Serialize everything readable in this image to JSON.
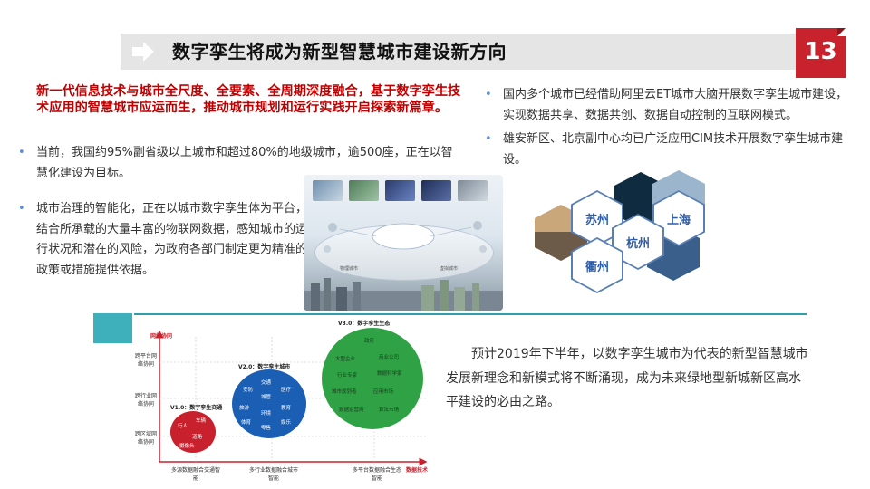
{
  "header": {
    "title": "数字孪生将成为新型智慧城市建设新方向",
    "page_number": "13"
  },
  "intro": "新一代信息技术与城市全尺度、全要素、全周期深度融合，基于数字孪生技术应用的智慧城市应运而生，推动城市规划和运行实践开启探索新篇章。",
  "left_bullets": [
    "当前，我国约95%副省级以上城市和超过80%的地级城市，逾500座，正在以智慧化建设为目标。",
    "城市治理的智能化，正在以城市数字孪生体为平台，结合所承载的大量丰富的物联网数据，感知城市的运行状况和潜在的风险，为政府各部门制定更为精准的政策或措施提供依据。"
  ],
  "right_bullets": [
    "国内多个城市已经借助阿里云ET城市大脑开展数字孪生城市建设，实现数据共享、数据共创、数据自动控制的互联网模式。",
    "雄安新区、北京副中心均已广泛应用CIM技术开展数字孪生城市建设。"
  ],
  "twin_image": {
    "labels": [
      "物理城市",
      "虚拟城市"
    ]
  },
  "cities": [
    "苏州",
    "上海",
    "杭州",
    "衢州"
  ],
  "evolution_chart": {
    "y_axis_title": "网络协同",
    "x_axis_title": "数据技术",
    "y_levels": [
      "跨平台网络协同",
      "跨行业网络协同",
      "跨区域网络协同"
    ],
    "x_levels": [
      "多源数据融合交通智能",
      "多行业数据融合城市智能",
      "多平台数据融合生态智能"
    ],
    "stages": [
      {
        "name": "V1.0：数字孪生交通",
        "items": [
          "车辆",
          "行人",
          "道路",
          "摄像头"
        ]
      },
      {
        "name": "V2.0：数字孪生城市",
        "items": [
          "交通",
          "安防",
          "城管",
          "医疗",
          "旅游",
          "环境",
          "教育",
          "体育",
          "零售",
          "娱乐"
        ]
      },
      {
        "name": "V3.0：数字孪生生态",
        "items": [
          "政府",
          "大型企业",
          "商业公司",
          "行业专家",
          "数据科学家",
          "城市规划者",
          "应用市场",
          "数据运营商",
          "算法市场"
        ]
      }
    ],
    "colors": {
      "v1": "#c8202c",
      "v2": "#1a5fb4",
      "v3": "#2fa246"
    }
  },
  "conclusion": "预计2019年下半年，以数字孪生城市为代表的新型智慧城市发展新理念和新模式将不断涌现，成为未来绿地型新城新区高水平建设的必由之路。",
  "colors": {
    "accent_red": "#c8232c",
    "teal": "#3eb0bb",
    "hex_border": "#5a7fb5"
  }
}
